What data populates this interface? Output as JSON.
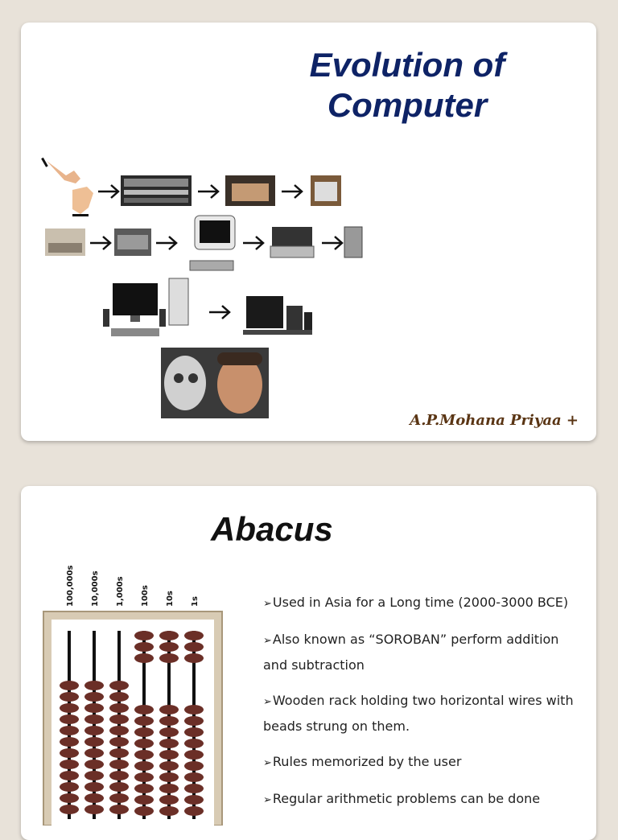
{
  "slide1": {
    "title_line1": "Evolution of",
    "title_line2": "Computer",
    "signature": "A.P.Mohana Priyaa +"
  },
  "slide2": {
    "title": "Abacus",
    "column_labels": [
      "100,000s",
      "10,000s",
      "1,000s",
      "100s",
      "10s",
      "1s"
    ],
    "bullet_marker": "➢",
    "bullets": [
      "Used in Asia for a Long time (2000-3000 BCE)",
      "Also known as “SOROBAN” perform addition and subtraction",
      "Wooden rack holding two horizontal wires with beads strung on them.",
      "Rules memorized by the user",
      "Regular arithmetic problems can be done"
    ]
  },
  "colors": {
    "background": "#e8e2d9",
    "title_blue": "#0e2366",
    "signature_brown": "#5a3514",
    "bead": "#6b2f27",
    "frame": "#d8cbb4"
  }
}
